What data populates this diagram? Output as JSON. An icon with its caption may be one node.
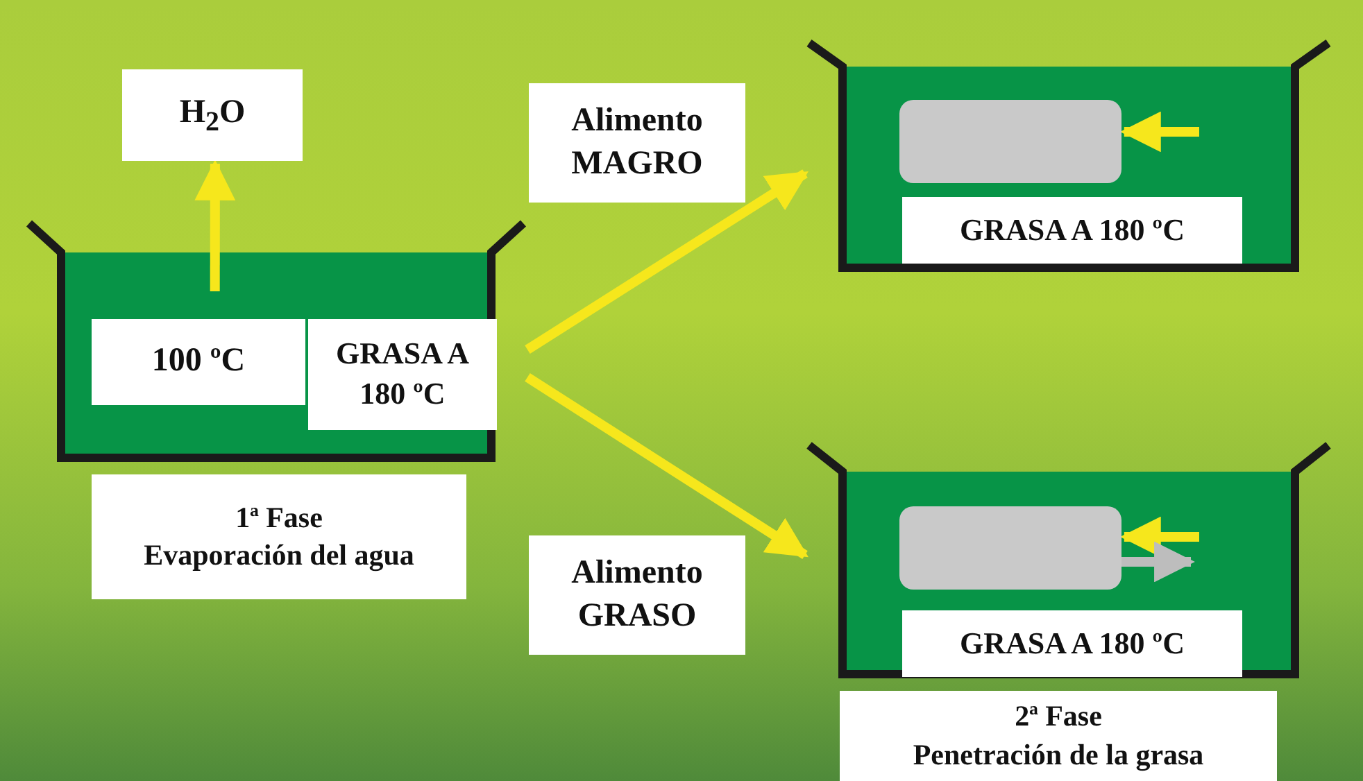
{
  "diagram": {
    "nodes": [
      {
        "text": [
          "H$_{2}$O"
        ]
      },
      {
        "text": [],
        "shape": "box"
      },
      {
        "text": [
          "100 ºC"
        ],
        "in": 1
      },
      {
        "text": [
          "GRASA A 180 ºC"
        ],
        "in": 1
      },
      {
        "text": [
          "1ª Fase",
          "Evaporación del agua"
        ]
      },
      {
        "text": [
          "Alimento MAGRO"
        ]
      },
      {
        "text": [
          "Alimento GRASO"
        ]
      },
      {
        "text": [],
        "shape": "box"
      },
      {
        "text": [],
        "shape": "box",
        "in": 7
      },
      {
        "text": [
          "GRASA A 180 ºC"
        ],
        "in": 7
      },
      {
        "text": [],
        "shape": "box"
      },
      {
        "text": [],
        "shape": "box",
        "in": 10
      },
      {
        "text": [
          "GRASA A 180 ºC"
        ],
        "in": 10
      },
      {
        "text": [
          "2ª Fase",
          "Penetración de la grasa"
        ]
      }
    ],
    "edges": [
      {
        "from": 1,
        "to": 0,
        "arrow": "to"
      },
      {
        "from": 1,
        "to": 7,
        "arrow": "to"
      },
      {
        "from": 1,
        "to": 10,
        "arrow": "to"
      },
      {
        "from": null,
        "to": 8,
        "arrow": "to"
      },
      {
        "from": null,
        "to": 11,
        "arrow": "to"
      },
      {
        "from": 11,
        "to": null,
        "arrow": "to",
        "color": "#bdbdbd"
      }
    ]
  }
}
